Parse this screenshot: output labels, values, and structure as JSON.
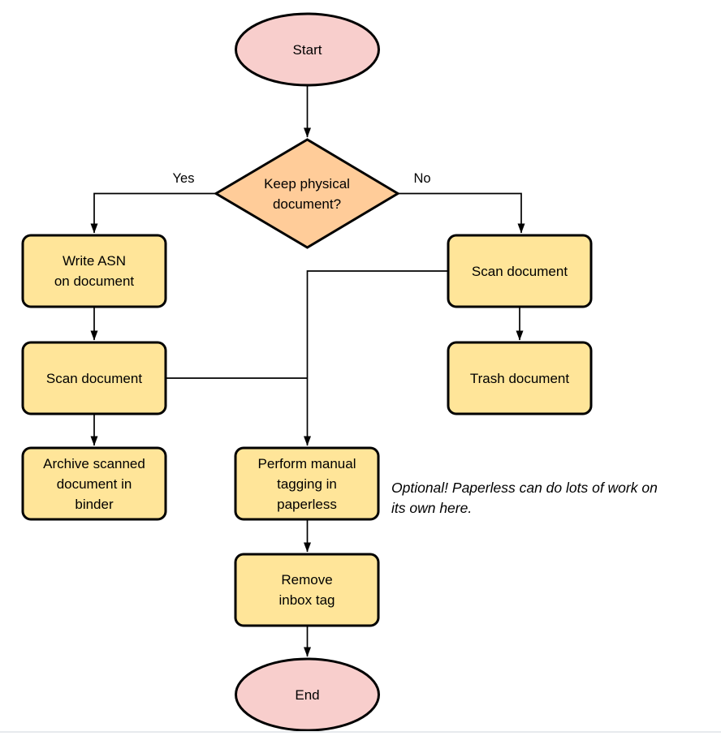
{
  "flowchart": {
    "nodes": {
      "start": {
        "label": "Start",
        "type": "terminal"
      },
      "decision": {
        "label": "Keep physical\ndocument?",
        "type": "decision"
      },
      "write_asn": {
        "label": "Write ASN\non document",
        "type": "process"
      },
      "scan_left": {
        "label": "Scan document",
        "type": "process"
      },
      "archive": {
        "label": "Archive scanned\ndocument in\nbinder",
        "type": "process"
      },
      "scan_right": {
        "label": "Scan document",
        "type": "process"
      },
      "trash": {
        "label": "Trash document",
        "type": "process"
      },
      "tagging": {
        "label": "Perform manual\ntagging in\npaperless",
        "type": "process"
      },
      "remove_inbox": {
        "label": "Remove\ninbox tag",
        "type": "process"
      },
      "end": {
        "label": "End",
        "type": "terminal"
      }
    },
    "edge_labels": {
      "yes": "Yes",
      "no": "No"
    },
    "edges": [
      {
        "from": "start",
        "to": "decision",
        "label": ""
      },
      {
        "from": "decision",
        "to": "write_asn",
        "label": "Yes"
      },
      {
        "from": "decision",
        "to": "scan_right",
        "label": "No"
      },
      {
        "from": "write_asn",
        "to": "scan_left",
        "label": ""
      },
      {
        "from": "scan_left",
        "to": "archive",
        "label": ""
      },
      {
        "from": "scan_right",
        "to": "trash",
        "label": ""
      },
      {
        "from": "scan_left",
        "to": "tagging",
        "label": ""
      },
      {
        "from": "scan_right",
        "to": "tagging",
        "label": ""
      },
      {
        "from": "tagging",
        "to": "remove_inbox",
        "label": ""
      },
      {
        "from": "remove_inbox",
        "to": "end",
        "label": ""
      }
    ],
    "annotation": "Optional! Paperless can do lots of work on\nits own here.",
    "colors": {
      "terminal_fill": "#f8cecc",
      "decision_fill": "#ffcc99",
      "process_fill": "#ffe599",
      "stroke_color": "#000000"
    }
  }
}
